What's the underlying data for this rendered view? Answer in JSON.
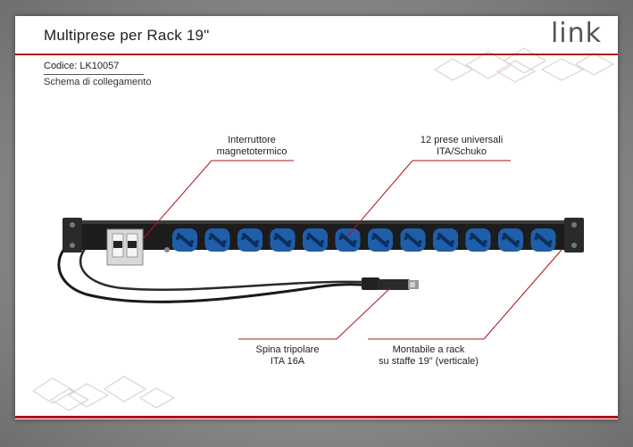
{
  "header": {
    "title": "Multiprese per Rack 19\"",
    "brand": "link"
  },
  "info": {
    "code": "Codice: LK10057",
    "subtitle": "Schema di collegamento"
  },
  "callouts": {
    "breaker_line1": "Interruttore",
    "breaker_line2": "magnetotermico",
    "sockets_line1": "12 prese universali",
    "sockets_line2": "ITA/Schuko",
    "plug_line1": "Spina tripolare",
    "plug_line2": "ITA 16A",
    "mount_line1": "Montabile a rack",
    "mount_line2": "su staffe 19\" (verticale)"
  },
  "product": {
    "socket_count": 12,
    "socket_color": "#1f5ea8",
    "body_color": "#1a1a1a"
  },
  "colors": {
    "accent": "#b0121b"
  }
}
